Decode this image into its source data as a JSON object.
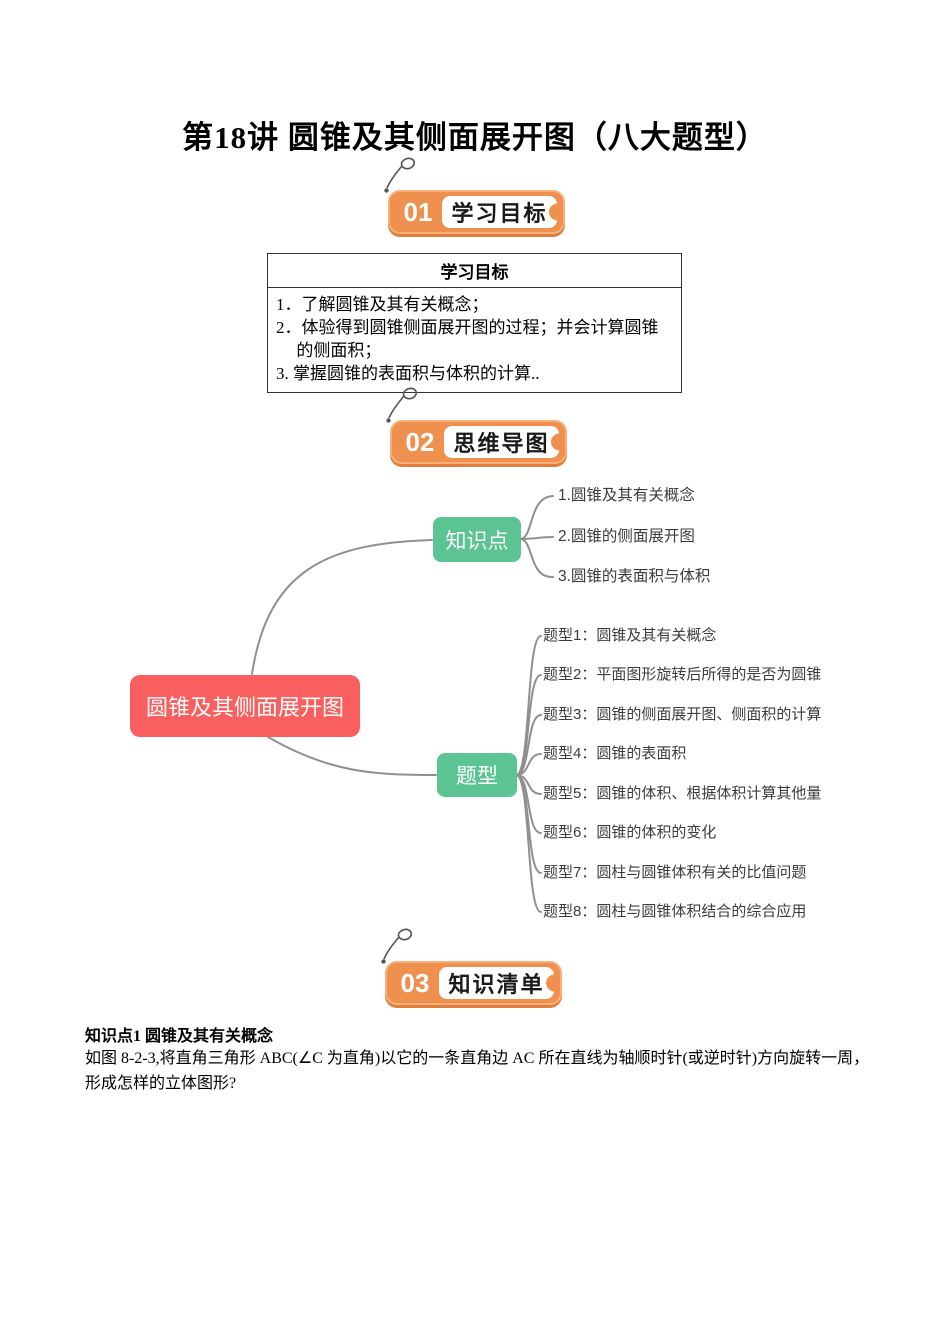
{
  "title": "第18讲 圆锥及其侧面展开图（八大题型）",
  "sections": [
    {
      "num": "01",
      "label": "学习目标"
    },
    {
      "num": "02",
      "label": "思维导图"
    },
    {
      "num": "03",
      "label": "知识清单"
    }
  ],
  "objectives": {
    "header": "学习目标",
    "items": [
      "1．了解圆锥及其有关概念；",
      "2．体验得到圆锥侧面展开图的过程；并会计算圆锥的侧面积；",
      "3. 掌握圆锥的表面积与体积的计算.."
    ]
  },
  "mindmap": {
    "root": "圆锥及其侧面展开图",
    "branches": [
      {
        "label": "知识点",
        "children": [
          "1.圆锥及其有关概念",
          "2.圆锥的侧面展开图",
          "3.圆锥的表面积与体积"
        ]
      },
      {
        "label": "题型",
        "children": [
          "题型1：圆锥及其有关概念",
          "题型2：平面图形旋转后所得的是否为圆锥",
          "题型3：圆锥的侧面展开图、侧面积的计算",
          "题型4：圆锥的表面积",
          "题型5：圆锥的体积、根据体积计算其他量",
          "题型6：圆锥的体积的变化",
          "题型7：圆柱与圆锥体积有关的比值问题",
          "题型8：圆柱与圆锥体积结合的综合应用"
        ]
      }
    ]
  },
  "knowledge_section": {
    "heading": "知识点1 圆锥及其有关概念",
    "body": "如图 8-2-3,将直角三角形 ABC(∠C 为直角)以它的一条直角边 AC 所在直线为轴顺时针(或逆时针)方向旋转一周，形成怎样的立体图形?"
  },
  "colors": {
    "orange": "#F0904E",
    "orange-light": "#F7B07C",
    "orange-dark": "#E07F3B",
    "green": "#5BC492",
    "red": "#F95F5F",
    "line-gray": "#8F8F8F"
  }
}
